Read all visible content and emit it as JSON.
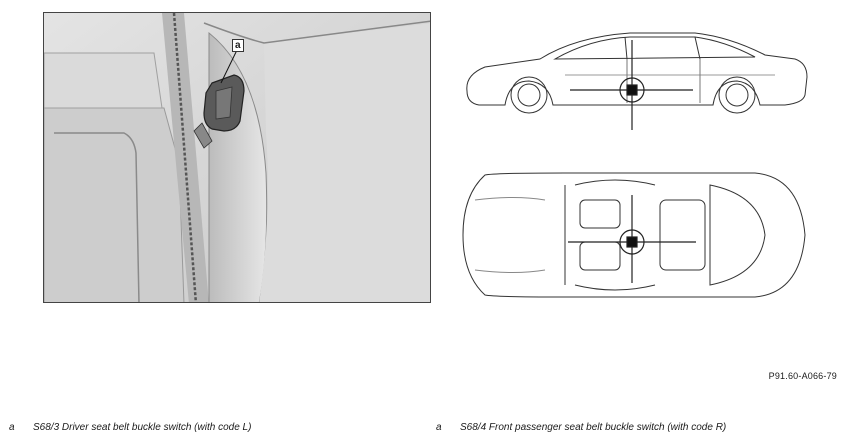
{
  "photo": {
    "callout": "a"
  },
  "reference_code": "P91.60-A066-79",
  "legend": [
    {
      "key": "a",
      "text": "S68/3 Driver seat belt buckle switch (with code L)"
    },
    {
      "key": "a",
      "text": "S68/4 Front passenger seat belt buckle switch (with code R)"
    }
  ],
  "colors": {
    "line": "#333333",
    "photo_bg": "#d4d4d4",
    "marker": "#111111"
  }
}
